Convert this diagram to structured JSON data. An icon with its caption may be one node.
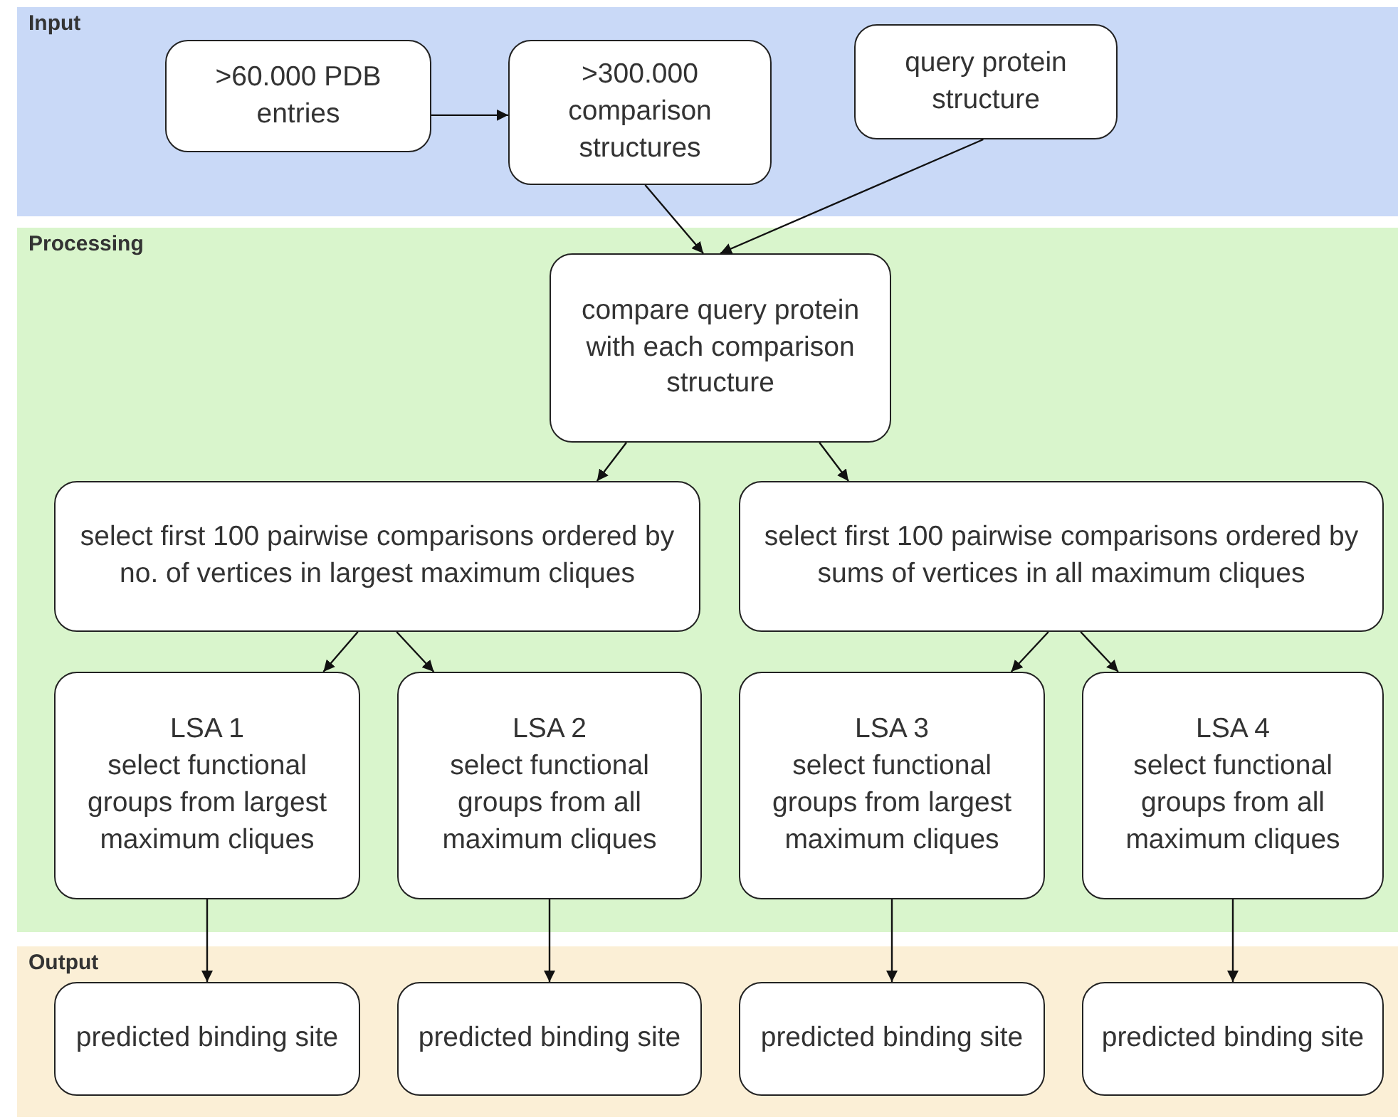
{
  "diagram": {
    "nodes": [
      {
        "text": [
          "Input"
        ]
      },
      {
        "text": [
          ">60.000 PDB entries"
        ],
        "in": 0
      },
      {
        "text": [
          ">300.000 comparison structures"
        ],
        "in": 0
      },
      {
        "text": [
          "query protein structure"
        ],
        "in": 0
      },
      {
        "text": [
          "Processing"
        ]
      },
      {
        "text": [
          "compare query protein with each comparison structure"
        ],
        "in": 4
      },
      {
        "text": [
          "select first 100 pairwise comparisons ordered by no. of vertices in largest maximum cliques"
        ],
        "in": 4
      },
      {
        "text": [
          "select first 100 pairwise comparisons ordered by sums of vertices in all maximum cliques"
        ],
        "in": 4
      },
      {
        "text": [
          "LSA 1",
          "select functional groups from largest maximum cliques"
        ],
        "in": 4
      },
      {
        "text": [
          "LSA 2",
          "select functional groups from all maximum cliques"
        ],
        "in": 4
      },
      {
        "text": [
          "LSA 3",
          "select functional groups from largest maximum cliques"
        ],
        "in": 4
      },
      {
        "text": [
          "LSA 4",
          "select functional groups from all maximum cliques"
        ],
        "in": 4
      },
      {
        "text": [
          "Output"
        ]
      },
      {
        "text": [
          "predicted binding site"
        ],
        "in": 12
      },
      {
        "text": [
          "predicted binding site"
        ],
        "in": 12
      },
      {
        "text": [
          "predicted binding site"
        ],
        "in": 12
      },
      {
        "text": [
          "predicted binding site"
        ],
        "in": 12
      }
    ],
    "edges": [
      {
        "from": 1,
        "to": 2,
        "arrow": "to"
      },
      {
        "from": 2,
        "to": 5,
        "arrow": "to"
      },
      {
        "from": 3,
        "to": 5,
        "arrow": "to"
      },
      {
        "from": 5,
        "to": 6,
        "arrow": "to"
      },
      {
        "from": 5,
        "to": 7,
        "arrow": "to"
      },
      {
        "from": 6,
        "to": 8,
        "arrow": "to"
      },
      {
        "from": 6,
        "to": 9,
        "arrow": "to"
      },
      {
        "from": 7,
        "to": 10,
        "arrow": "to"
      },
      {
        "from": 7,
        "to": 11,
        "arrow": "to"
      },
      {
        "from": 8,
        "to": 13,
        "arrow": "to"
      },
      {
        "from": 9,
        "to": 14,
        "arrow": "to"
      },
      {
        "from": 10,
        "to": 15,
        "arrow": "to"
      },
      {
        "from": 11,
        "to": 16,
        "arrow": "to"
      }
    ]
  }
}
